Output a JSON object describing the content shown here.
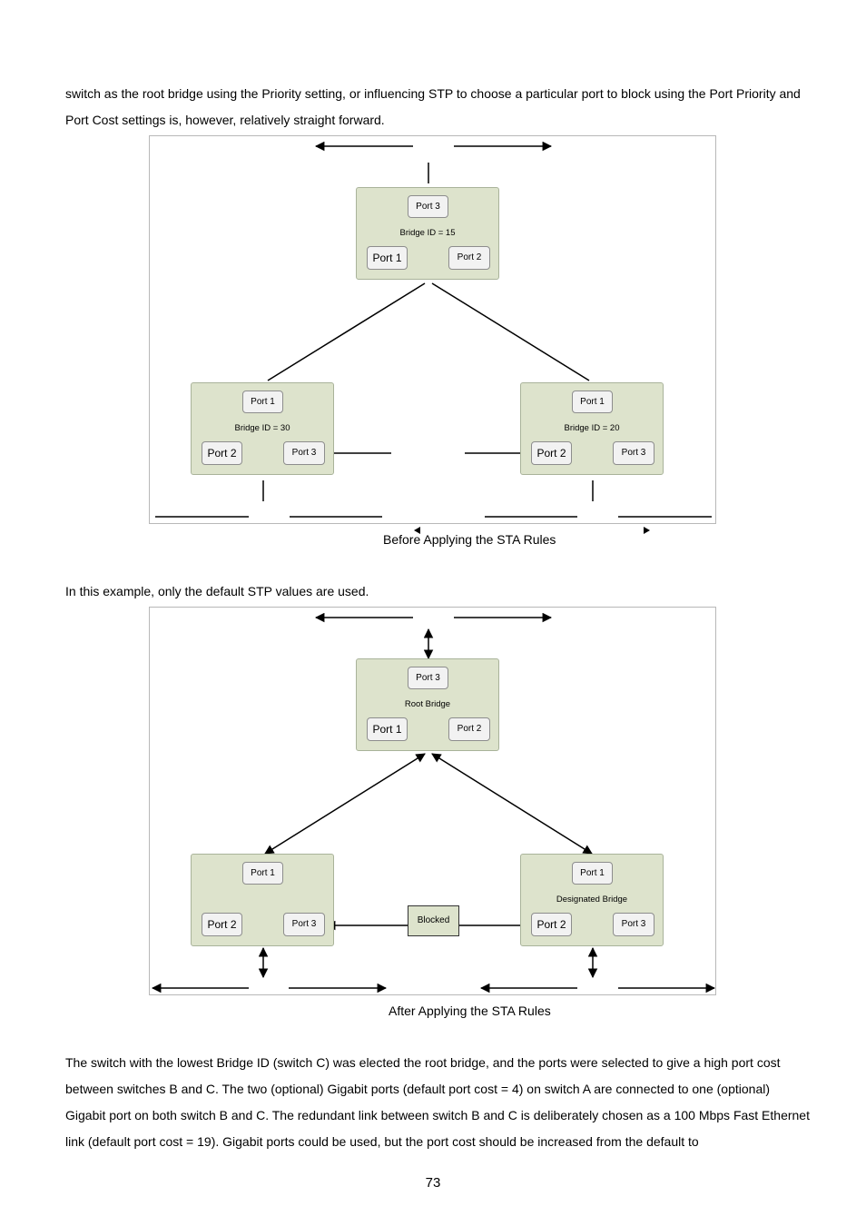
{
  "intro_paragraph": "switch as the root bridge using the Priority setting, or influencing STP to choose a particular port to block using the Port Priority and Port Cost settings is, however, relatively straight forward.",
  "figure1": {
    "caption": "Before Applying the STA Rules",
    "top_switch": {
      "label": "Bridge ID = 15",
      "port_top": "Port 3",
      "port_left": "Port 1",
      "port_right": "Port 2"
    },
    "left_switch": {
      "label": "Bridge ID = 30",
      "port_top": "Port 1",
      "port_left": "Port 2",
      "port_right": "Port 3"
    },
    "right_switch": {
      "label": "Bridge ID = 20",
      "port_top": "Port 1",
      "port_left": "Port 2",
      "port_right": "Port 3"
    }
  },
  "middle_paragraph": "In this example, only the default STP values are used.",
  "figure2": {
    "caption": "After Applying the STA Rules",
    "top_switch": {
      "label": "Root Bridge",
      "port_top": "Port 3",
      "port_left": "Port 1",
      "port_right": "Port 2"
    },
    "left_switch": {
      "label": "",
      "port_top": "Port 1",
      "port_left": "Port 2",
      "port_right": "Port 3"
    },
    "right_switch": {
      "label": "Designated Bridge",
      "port_top": "Port 1",
      "port_left": "Port 2",
      "port_right": "Port 3"
    },
    "blocked_label": "Blocked"
  },
  "closing_paragraph": "The switch with the lowest Bridge ID (switch C) was elected the root bridge, and the ports were selected to give a high port cost between switches B and C. The two (optional) Gigabit ports (default port cost = 4) on switch A are connected to one (optional) Gigabit port on both switch B and C. The redundant link between switch B and C is deliberately chosen as a 100 Mbps Fast Ethernet link (default port cost = 19). Gigabit ports could be used, but the port cost should be increased from the default to",
  "page_number": "73"
}
